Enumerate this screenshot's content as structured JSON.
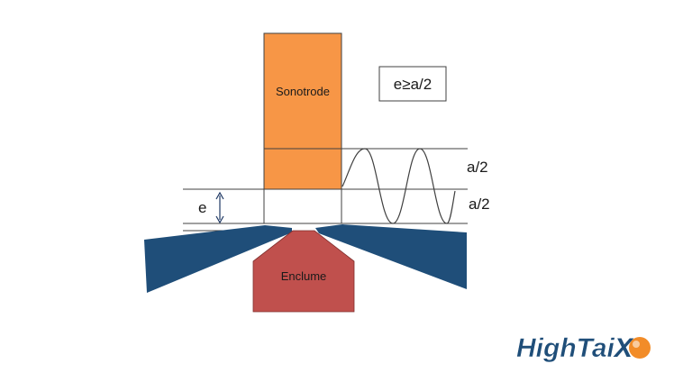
{
  "labels": {
    "sonotrode": "Sonotrode",
    "enclume": "Enclume",
    "formula": "e≥a/2",
    "amplitude_upper": "a/2",
    "amplitude_lower": "a/2",
    "thickness": "e"
  },
  "logo": {
    "text_part1": "High",
    "text_part2": "Tai",
    "text_part3": "X"
  },
  "colors": {
    "sonotrode": "#F79646",
    "enclume": "#C0504D",
    "workpiece": "#1F4E79",
    "lines": "#404040",
    "arrow": "#1F3864",
    "logo_blue": "#1F4E79",
    "logo_orange": "#F28C28"
  }
}
